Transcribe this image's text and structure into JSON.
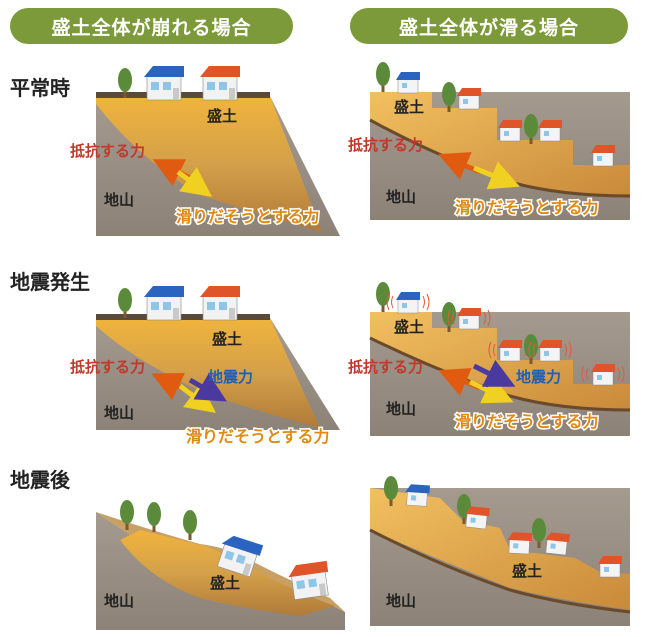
{
  "headers": {
    "left": "盛土全体が崩れる場合",
    "right": "盛土全体が滑る場合"
  },
  "rows": {
    "normal": "平常時",
    "quake": "地震発生",
    "after": "地震後"
  },
  "labels": {
    "fill": "盛土",
    "ground": "地山",
    "resist": "抵抗する力",
    "slide": "滑りだそうとする力",
    "seismic": "地震力"
  },
  "colors": {
    "header_bg": "#7c9a3a",
    "ground": "#8a8076",
    "fill": "#c8962f",
    "resist_text": "#c0392b",
    "seismic_text": "#1f5fb5"
  }
}
